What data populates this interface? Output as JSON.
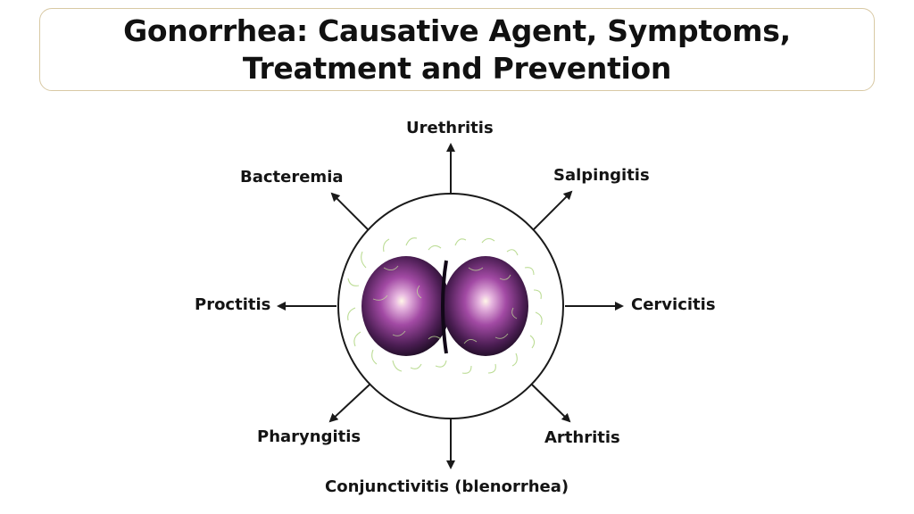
{
  "title": "Gonorrhea: Causative Agent, Symptoms, Treatment and Prevention",
  "diagram": {
    "labels": {
      "urethritis": "Urethritis",
      "salpingitis": "Salpingitis",
      "cervicitis": "Cervicitis",
      "arthritis": "Arthritis",
      "conjunctivitis": "Conjunctivitis (blenorrhea)",
      "pharyngitis": "Pharyngitis",
      "proctitis": "Proctitis",
      "bacteremia": "Bacteremia"
    }
  },
  "colors": {
    "title_border": "#d8c9a4",
    "arrow": "#1a1a1a",
    "cell_purple": "#8a3a8c",
    "cell_dark": "#1c0f24",
    "pili_green": "#b5d98a"
  }
}
